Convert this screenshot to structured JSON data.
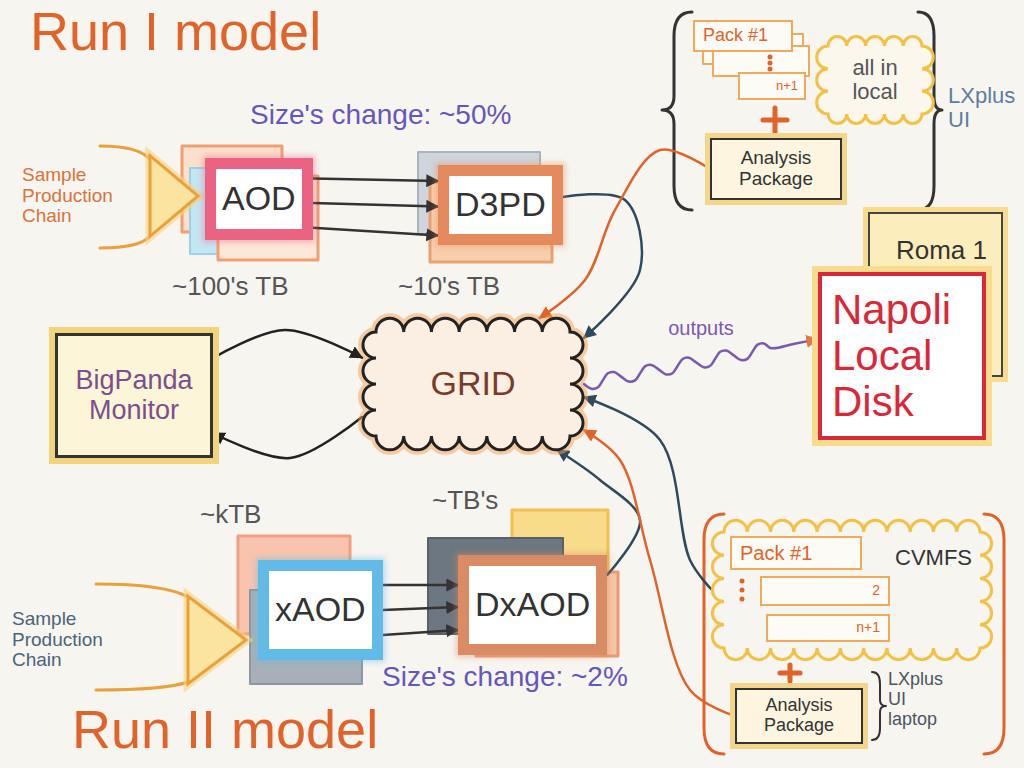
{
  "diagram": {
    "nodes": [
      {
        "text": [
          "Sample Production Chain"
        ]
      },
      {
        "text": [
          "AOD"
        ]
      },
      {
        "text": [
          "D3PD"
        ]
      },
      {
        "text": [
          "Pack #1"
        ]
      },
      {
        "text": [
          "n+1"
        ]
      },
      {
        "text": [
          "all in local"
        ]
      },
      {
        "text": [
          "Analysis Package"
        ]
      },
      {
        "text": [
          "GRID"
        ]
      },
      {
        "text": [
          "BigPanda Monitor"
        ]
      },
      {
        "text": [
          "Roma 1"
        ]
      },
      {
        "text": [
          "Napoli Local Disk"
        ]
      },
      {
        "text": [
          "Sample Production Chain"
        ]
      },
      {
        "text": [
          "xAOD"
        ]
      },
      {
        "text": [
          "DxAOD"
        ]
      },
      {
        "text": [
          "CVMFS"
        ]
      },
      {
        "text": [
          "Pack #1"
        ],
        "in": 14
      },
      {
        "text": [
          "2"
        ],
        "in": 14
      },
      {
        "text": [
          "n+1"
        ],
        "in": 14
      },
      {
        "text": [
          "Analysis Package"
        ]
      }
    ],
    "edges": [
      {
        "from": 1,
        "to": 2,
        "arrow": "to"
      },
      {
        "from": 1,
        "to": 2,
        "arrow": "to"
      },
      {
        "from": 1,
        "to": 2,
        "arrow": "to"
      },
      {
        "from": 2,
        "to": 7,
        "arrow": "to"
      },
      {
        "from": 6,
        "to": 7,
        "arrow": "to"
      },
      {
        "from": 8,
        "to": 7,
        "arrow": "to"
      },
      {
        "from": 7,
        "to": 8,
        "arrow": "to"
      },
      {
        "from": 7,
        "to": 10,
        "label": "outputs",
        "arrow": "to"
      },
      {
        "from": 12,
        "to": 13,
        "arrow": "to"
      },
      {
        "from": 12,
        "to": 13,
        "arrow": "to"
      },
      {
        "from": 12,
        "to": 13,
        "arrow": "to"
      },
      {
        "from": 13,
        "to": 7,
        "arrow": "to"
      },
      {
        "from": 14,
        "to": 7,
        "arrow": "to"
      },
      {
        "from": 18,
        "to": 7,
        "arrow": "to"
      }
    ],
    "labels": [
      "Run I model",
      "Size's change: ~50%",
      "~100's TB",
      "~10's TB",
      "LXplus UI",
      "~kTB",
      "~TB's",
      "Size's change: ~2%",
      "LXplus UI laptop",
      "Run II model"
    ]
  }
}
